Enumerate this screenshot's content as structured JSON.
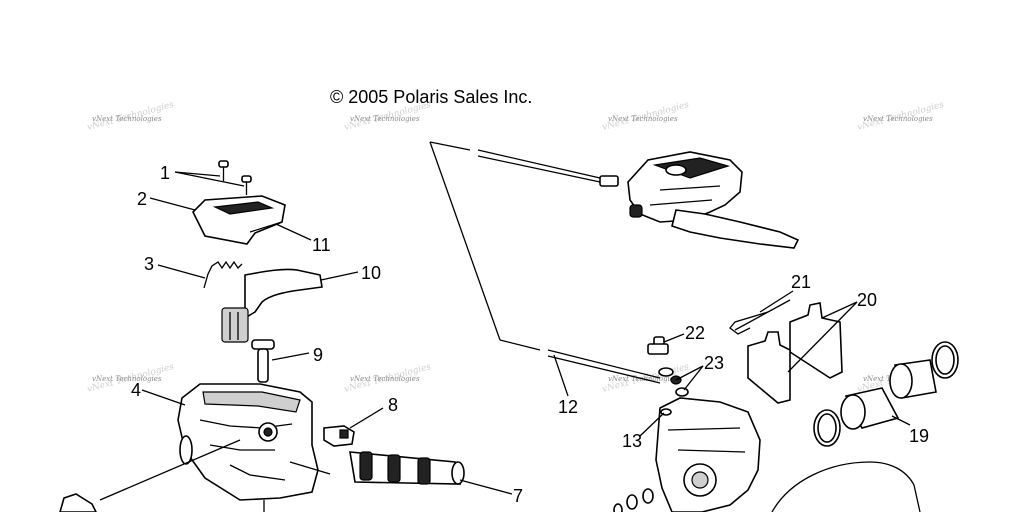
{
  "copyright": "© 2005 Polaris Sales Inc.",
  "watermark": "vNext Technologies",
  "callouts": [
    "1",
    "2",
    "3",
    "4",
    "7",
    "8",
    "9",
    "10",
    "11",
    "12",
    "13",
    "19",
    "20",
    "21",
    "22",
    "23"
  ]
}
